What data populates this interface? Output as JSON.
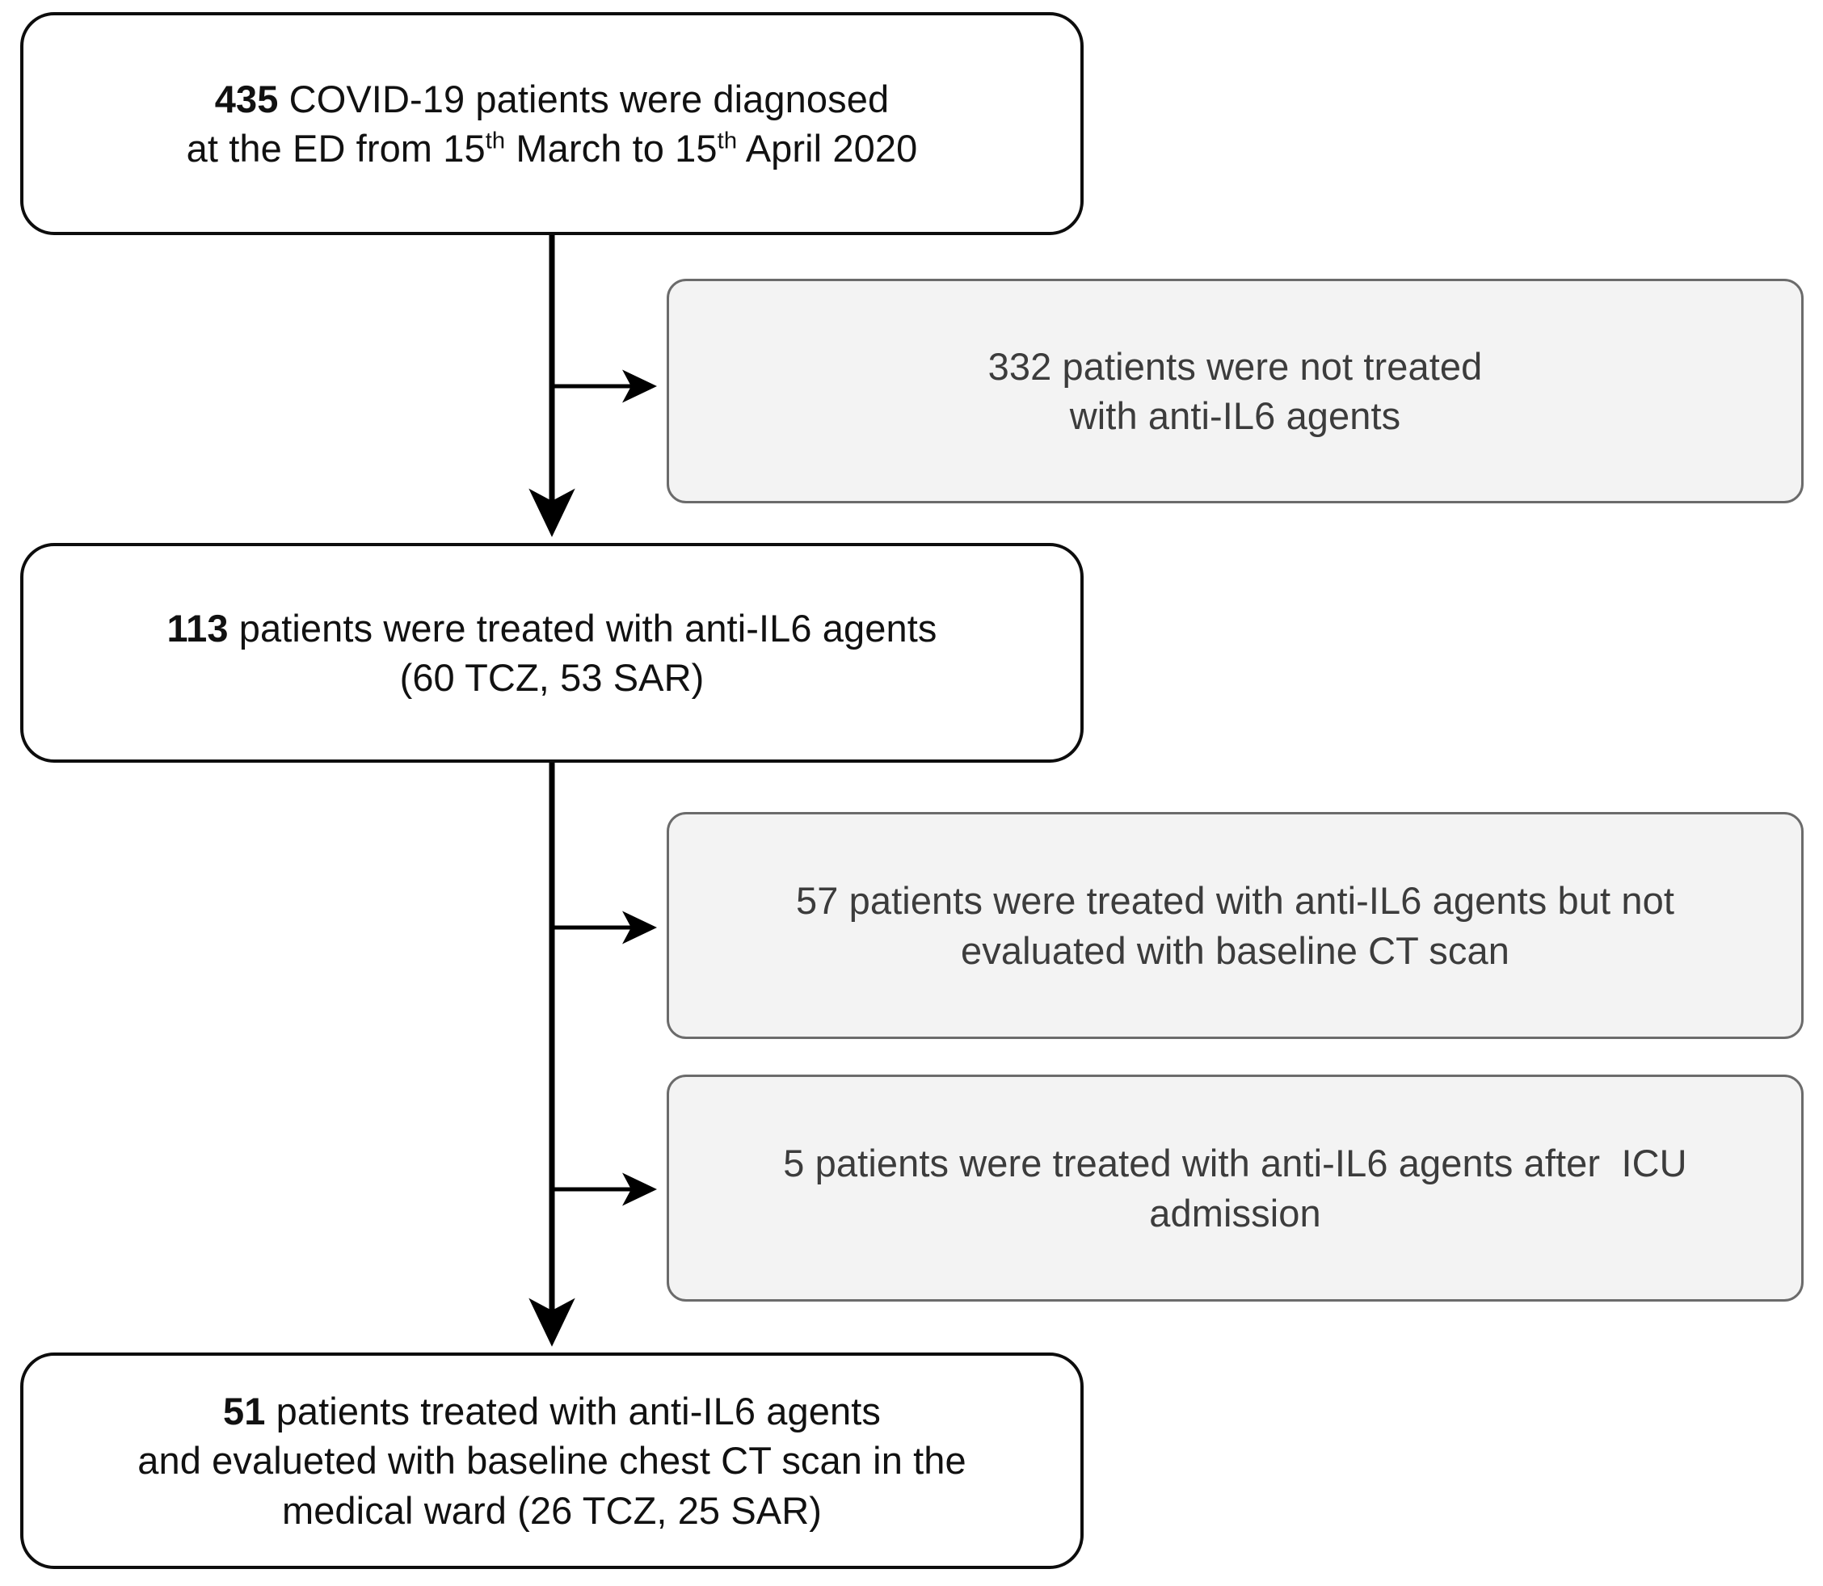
{
  "diagram": {
    "type": "patient-flow-diagram",
    "title": "",
    "colors": {
      "primary_box_border": "#0d0d0d",
      "primary_box_fill": "#ffffff",
      "exclusion_box_border": "#6b6b6b",
      "exclusion_box_fill": "#f3f3f3",
      "connector": "#000000",
      "text": "#111111",
      "exclusion_text": "#3c3c3c"
    },
    "primary_nodes": [
      {
        "id": "enrolled",
        "count": "435",
        "line1_count": "435",
        "line1_rest": " COVID-19 patients were diagnosed",
        "line2_pre": "at the ED from 15",
        "line2_sup1": "th",
        "line2_mid": " March to 15",
        "line2_sup2": "th",
        "line2_post": " April 2020",
        "plain_text": "435 COVID-19 patients were diagnosed at the ED from 15th March to 15th April 2020"
      },
      {
        "id": "treated",
        "count": "113",
        "line1_count": "113",
        "line1_rest": " patients were treated with anti-IL6 agents",
        "line2": "(60 TCZ, 53 SAR)",
        "plain_text": "113 patients were treated with anti-IL6 agents (60 TCZ, 53 SAR)"
      },
      {
        "id": "final-cohort",
        "count": "51",
        "line1_count": "51",
        "line1_rest": " patients treated with anti-IL6 agents",
        "line2": "and evalueted with baseline chest CT scan in the",
        "line3": "medical ward (26 TCZ, 25 SAR)",
        "plain_text": "51 patients treated with anti-IL6 agents and evalueted with baseline chest CT scan in the medical ward (26 TCZ, 25 SAR)"
      }
    ],
    "exclusion_nodes": [
      {
        "id": "not-treated",
        "count": "332",
        "line1": "332 patients were not treated",
        "line2": "with anti-IL6 agents",
        "plain_text": "332 patients were not treated with anti-IL6 agents"
      },
      {
        "id": "no-baseline-ct",
        "count": "57",
        "line1": "57 patients were treated with anti-IL6 agents but not",
        "line2": "evaluated with baseline CT scan",
        "plain_text": "57 patients were treated with anti-IL6 agents but not evaluated with baseline CT scan"
      },
      {
        "id": "post-icu",
        "count": "5",
        "line1": "5 patients were treated with anti-IL6 agents after  ICU",
        "line2": "admission",
        "plain_text": "5 patients were treated with anti-IL6 agents after  ICU admission"
      }
    ],
    "connectors": [
      {
        "id": "enrolled-to-treated",
        "kind": "vertical-arrow"
      },
      {
        "id": "enrolled-to-not-treated",
        "kind": "branch-arrow-right"
      },
      {
        "id": "treated-to-final",
        "kind": "vertical-arrow"
      },
      {
        "id": "treated-to-no-baseline-ct",
        "kind": "branch-arrow-right"
      },
      {
        "id": "treated-to-post-icu",
        "kind": "branch-arrow-right"
      }
    ]
  }
}
